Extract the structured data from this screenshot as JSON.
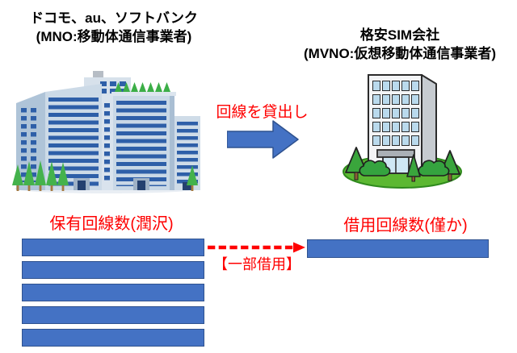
{
  "mno": {
    "title_line1": "ドコモ、au、ソフトバンク",
    "title_line2": "(MNO:移動体通信事業者)",
    "bars_label": "保有回線数(潤沢)",
    "bar_count": 5,
    "icon": "mno-office-building-complex"
  },
  "mvno": {
    "title_line1": "格安SIM会社",
    "title_line2": "(MVNO:仮想移動体通信事業者)",
    "bars_label": "借用回線数(僅か)",
    "bar_count": 1,
    "icon": "mvno-small-office-building"
  },
  "lend": {
    "label": "回線を貸出し",
    "icon": "right-block-arrow"
  },
  "borrow": {
    "label": "【一部借用】",
    "icon": "dashed-right-arrow"
  },
  "colors": {
    "bar_fill": "#4472C4",
    "bar_border": "#2F528F",
    "accent_red": "#FF0000",
    "title_text": "#000000"
  }
}
